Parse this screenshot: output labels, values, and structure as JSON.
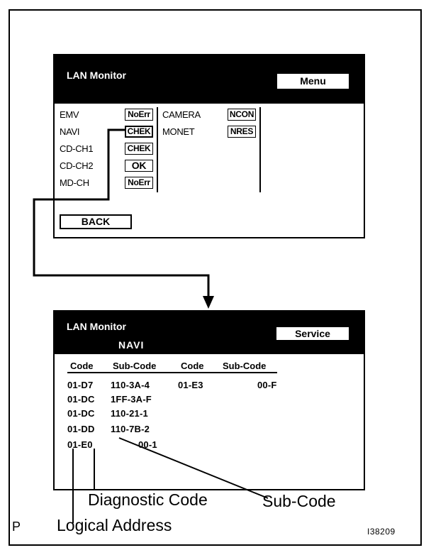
{
  "screen1": {
    "title": "LAN Monitor",
    "menu_label": "Menu",
    "devices_col1": [
      {
        "name": "EMV",
        "status": "NoErr"
      },
      {
        "name": "NAVI",
        "status": "CHEK"
      },
      {
        "name": "CD-CH1",
        "status": "CHEK"
      },
      {
        "name": "CD-CH2",
        "status": "OK"
      },
      {
        "name": "MD-CH",
        "status": "NoErr"
      }
    ],
    "devices_col2": [
      {
        "name": "CAMERA",
        "status": "NCON"
      },
      {
        "name": "MONET",
        "status": "NRES"
      }
    ],
    "back_label": "BACK"
  },
  "screen2": {
    "title": "LAN Monitor",
    "subtitle": "NAVI",
    "service_label": "Service",
    "headers": [
      "Code",
      "Sub-Code",
      "Code",
      "Sub-Code"
    ],
    "rows_left": [
      {
        "code": "01-D7",
        "sub": "110-3A-4"
      },
      {
        "code": "01-DC",
        "sub": "1FF-3A-F"
      },
      {
        "code": "01-DC",
        "sub": "110-21-1"
      },
      {
        "code": "01-DD",
        "sub": "110-7B-2"
      },
      {
        "code": "01-E0",
        "sub": "00-1"
      }
    ],
    "rows_right": [
      {
        "code": "01-E3",
        "sub": "00-F"
      }
    ]
  },
  "callouts": {
    "diagnostic_code": "Diagnostic Code",
    "sub_code": "Sub-Code",
    "logical_address": "Logical Address"
  },
  "corner_letter": "P",
  "figure_id": "I38209"
}
